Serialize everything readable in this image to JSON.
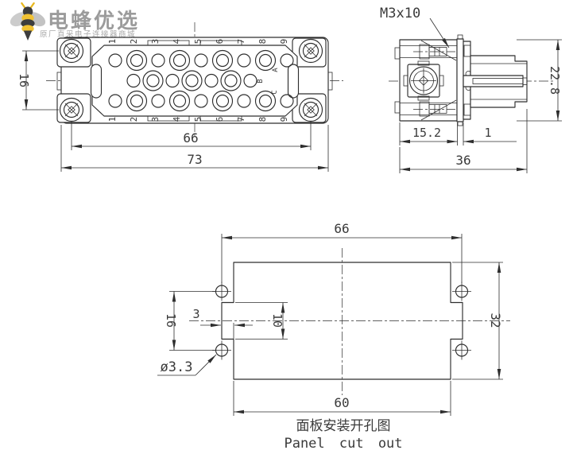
{
  "logo": {
    "title": "电蜂优选",
    "subtitle": "原厂直采电子连接器商城",
    "bee_yellow": "#f1c232",
    "bee_dark": "#3d3d3d",
    "wing_gray": "#cccccc"
  },
  "front_view": {
    "pin_numbers": [
      "1",
      "2",
      "3",
      "4",
      "5",
      "6",
      "7",
      "8",
      "9"
    ],
    "row_letters": [
      "A",
      "B",
      "C"
    ],
    "dim_screw_spacing_v": "16",
    "dim_screw_spacing_h": "66",
    "dim_overall_width": "73"
  },
  "side_view": {
    "screw_label": "M3x10",
    "dim_height": "22.8",
    "dim_hood_depth": "15.2",
    "dim_flange": "1",
    "dim_overall": "36"
  },
  "panel_cutout": {
    "dim_hole_spacing_h": "66",
    "dim_cutout_width": "60",
    "dim_cutout_height": "32",
    "dim_hole_spacing_v": "16",
    "dim_notch_depth": "3",
    "dim_notch_height": "10",
    "hole_diameter": "ø3.3",
    "title_zh": "面板安装开孔图",
    "title_en": "Panel cut out"
  }
}
